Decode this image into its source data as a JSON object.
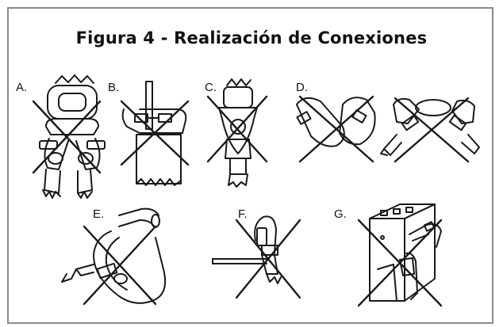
{
  "title": "Figura 4 - Realización de Conexiones",
  "panels": [
    {
      "label": "A."
    },
    {
      "label": "B."
    },
    {
      "label": "C."
    },
    {
      "label": "D."
    },
    {
      "label": "E."
    },
    {
      "label": "F."
    },
    {
      "label": "G."
    }
  ],
  "colors": {
    "line": "#1a1a1a",
    "border": "#8a8a8a"
  }
}
